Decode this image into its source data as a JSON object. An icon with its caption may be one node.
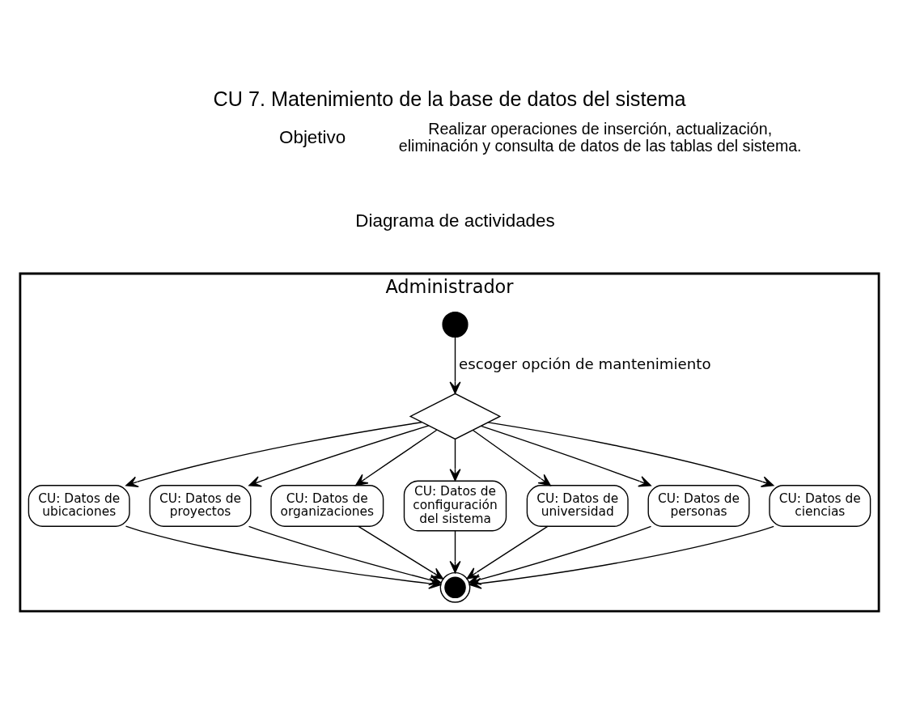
{
  "diagram": {
    "title": "CU 7. Matenimiento de la base de datos del sistema",
    "nodes": [
      {
        "text": [
          "Administrador"
        ]
      },
      {
        "text": [],
        "shape": "circle",
        "in": 0
      },
      {
        "text": [],
        "shape": "diamond",
        "in": 0
      },
      {
        "text": [
          "CU: Datos de ubicaciones"
        ],
        "in": 0
      },
      {
        "text": [
          "CU: Datos de proyectos"
        ],
        "in": 0
      },
      {
        "text": [
          "CU: Datos de organizaciones"
        ],
        "in": 0
      },
      {
        "text": [
          "CU: Datos de configuración del sistema"
        ],
        "in": 0
      },
      {
        "text": [
          "CU: Datos de universidad"
        ],
        "in": 0
      },
      {
        "text": [
          "CU: Datos de personas"
        ],
        "in": 0
      },
      {
        "text": [
          "CU: Datos de ciencias"
        ],
        "in": 0
      },
      {
        "text": [],
        "shape": "bullseye",
        "in": 0
      }
    ],
    "edges": [
      {
        "from": 1,
        "to": 2,
        "arrow": "to",
        "label": "escoger opción de mantenimiento"
      },
      {
        "from": 2,
        "to": 3,
        "arrow": "to"
      },
      {
        "from": 2,
        "to": 4,
        "arrow": "to"
      },
      {
        "from": 2,
        "to": 5,
        "arrow": "to"
      },
      {
        "from": 2,
        "to": 6,
        "arrow": "to"
      },
      {
        "from": 2,
        "to": 7,
        "arrow": "to"
      },
      {
        "from": 2,
        "to": 8,
        "arrow": "to"
      },
      {
        "from": 2,
        "to": 9,
        "arrow": "to"
      },
      {
        "from": 3,
        "to": 10,
        "arrow": "to"
      },
      {
        "from": 4,
        "to": 10,
        "arrow": "to"
      },
      {
        "from": 5,
        "to": 10,
        "arrow": "to"
      },
      {
        "from": 6,
        "to": 10,
        "arrow": "to"
      },
      {
        "from": 7,
        "to": 10,
        "arrow": "to"
      },
      {
        "from": 8,
        "to": 10,
        "arrow": "to"
      },
      {
        "from": 9,
        "to": 10,
        "arrow": "to"
      }
    ],
    "labels": [
      "Objetivo",
      "Realizar operaciones de inserción, actualización, eliminación y consulta de datos de las tablas del sistema.",
      "Diagrama de actividades"
    ]
  }
}
